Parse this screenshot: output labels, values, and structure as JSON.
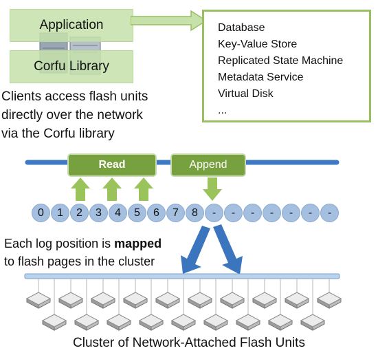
{
  "client": {
    "application_label": "Application",
    "library_label": "Corfu Library",
    "caption_lines": [
      "Clients access flash units",
      "directly over the network",
      "via the Corfu library"
    ]
  },
  "services": [
    "Database",
    "Key-Value Store",
    "Replicated State Machine",
    "Metadata Service",
    "Virtual Disk",
    "..."
  ],
  "operations": {
    "read_label": "Read",
    "append_label": "Append"
  },
  "log": {
    "positions": [
      "0",
      "1",
      "2",
      "3",
      "4",
      "5",
      "6",
      "7",
      "8",
      "-",
      "-",
      "-",
      "-",
      "-",
      "-",
      "-"
    ]
  },
  "mapping_text": {
    "line1_prefix": "Each log position is ",
    "line1_emphasis": "mapped",
    "line2": "to flash pages in the cluster"
  },
  "cluster_caption": "Cluster of Network-Attached Flash Units",
  "colors": {
    "green_box": "#c6e2aa",
    "green_border": "#98bf60",
    "op_box": "#77a03e",
    "log_bar": "#3d78c2",
    "cell": "#a4bfdf",
    "blue_arrow": "#3b75bd",
    "up_arrow": "#9ac35c"
  }
}
